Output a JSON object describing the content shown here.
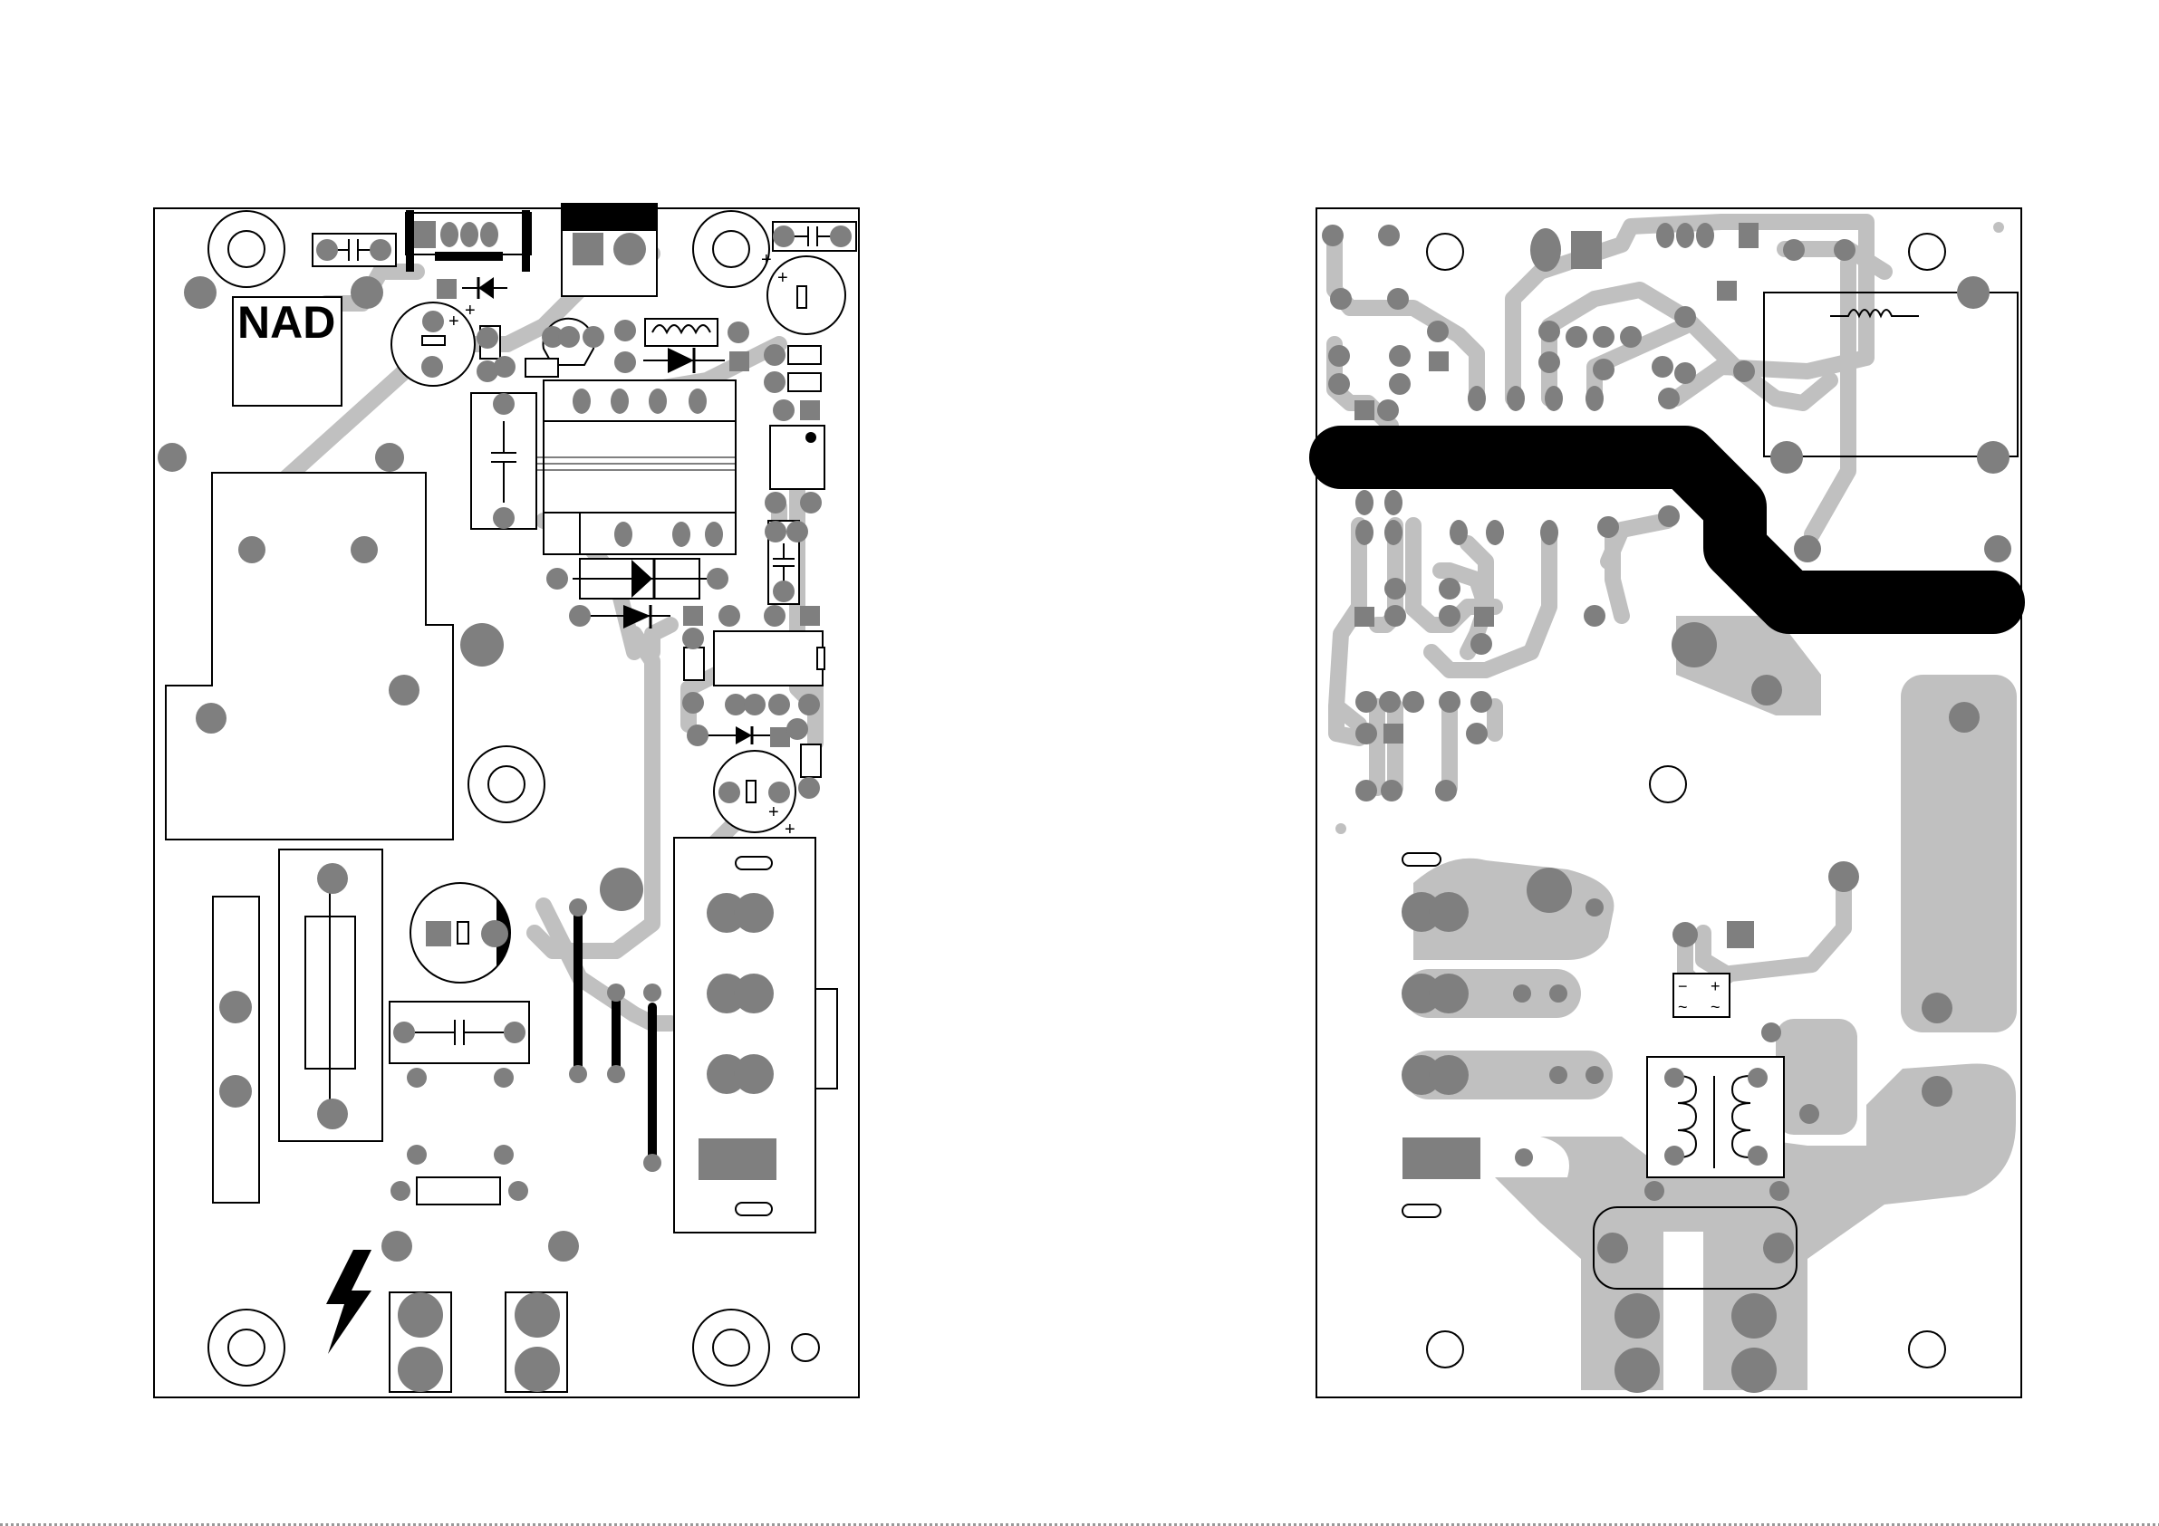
{
  "figure": {
    "boards": [
      {
        "side": "component-side",
        "logo": "NAD"
      },
      {
        "side": "solder-side"
      }
    ],
    "bridge_rectifier_symbols": {
      "minus": "−",
      "plus": "+",
      "ac1": "~",
      "ac2": "~"
    },
    "colors": {
      "outline": "#000000",
      "pad": "#7f7f7f",
      "trace": "#c0c0c0",
      "copper_fill": "#bfbfbf",
      "ground_bus": "#000000",
      "background": "#ffffff"
    },
    "icons": [
      "high-voltage-icon",
      "mounting-hole-icon",
      "capacitor-icon",
      "diode-icon",
      "inductor-icon",
      "transformer-icon"
    ]
  }
}
